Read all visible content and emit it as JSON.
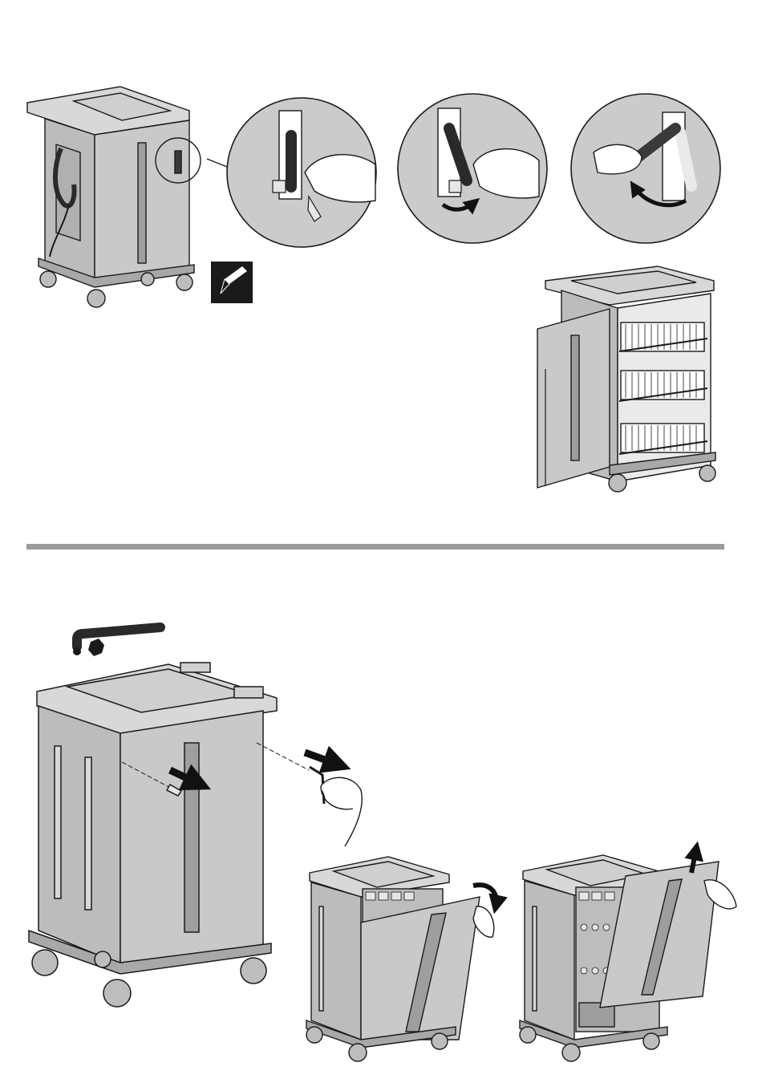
{
  "document": {
    "type": "assembly-instructions",
    "sections": [
      {
        "id": "unlock-door",
        "step_count": 4
      },
      {
        "id": "remove-side-panels",
        "step_count": 3
      }
    ]
  },
  "icons": {
    "note": "pencil-note-icon",
    "tool": "hex-key-icon",
    "lock": "handle-lock-icon"
  },
  "colors": {
    "panel": "#c9c9c9",
    "panel_dark": "#9e9e9e",
    "stroke": "#1a1a1a",
    "divider": "#9a9a9a",
    "handle": "#3a3a3a",
    "arrow": "#111111",
    "bg": "#ffffff"
  }
}
